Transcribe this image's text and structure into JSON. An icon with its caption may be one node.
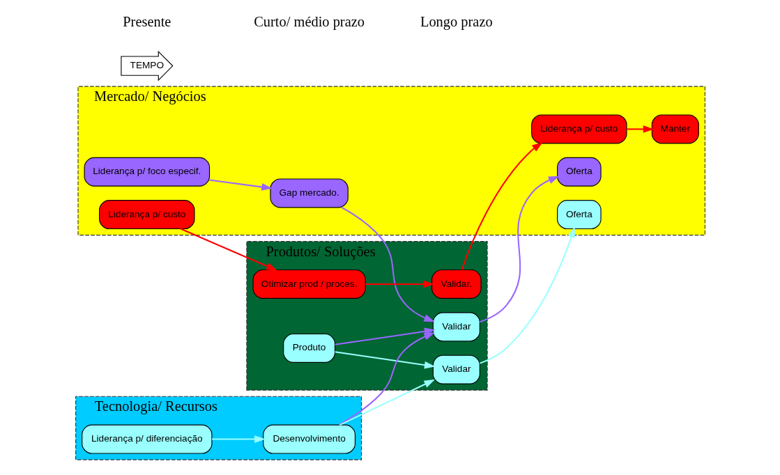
{
  "diagram": {
    "nodes": [
      {
        "text": [
          "Mercado/ Negócios"
        ]
      },
      {
        "text": [
          "Liderança p/ custo"
        ],
        "in": 0
      },
      {
        "text": [
          "Liderança p/ custo"
        ],
        "in": 0
      },
      {
        "text": [
          "Manter"
        ],
        "in": 0
      },
      {
        "text": [
          "Oferta"
        ],
        "in": 0
      },
      {
        "text": [
          "Liderança p/ foco especif."
        ],
        "in": 0
      },
      {
        "text": [
          "Gap mercado."
        ],
        "in": 0
      },
      {
        "text": [
          "Oferta"
        ],
        "in": 0
      },
      {
        "text": [
          "Produtos/ Soluções"
        ]
      },
      {
        "text": [
          "Validar."
        ],
        "in": 8
      },
      {
        "text": [
          "Validar"
        ],
        "in": 8
      },
      {
        "text": [
          "Otimizar prod / proces."
        ],
        "in": 8
      },
      {
        "text": [
          "Produto"
        ],
        "in": 8
      },
      {
        "text": [
          "Validar"
        ],
        "in": 8
      },
      {
        "text": [
          "Tecnologia/ Recursos"
        ]
      },
      {
        "text": [
          "Liderança p/ diferenciação"
        ],
        "in": 14
      },
      {
        "text": [
          "Desenvolvimento"
        ],
        "in": 14
      },
      {
        "text": [
          "TEMPO"
        ]
      }
    ],
    "edges": [
      {
        "from": 1,
        "to": 11,
        "arrow": "to",
        "color": "#ff0000"
      },
      {
        "from": 11,
        "to": 9,
        "arrow": "to",
        "color": "#ff0000"
      },
      {
        "from": 9,
        "to": 2,
        "arrow": "to",
        "color": "#ff0000"
      },
      {
        "from": 2,
        "to": 3,
        "arrow": "to",
        "color": "#ff0000"
      },
      {
        "from": 5,
        "to": 6,
        "arrow": "to",
        "color": "#9966ff"
      },
      {
        "from": 6,
        "to": 10,
        "arrow": "to",
        "color": "#9966ff"
      },
      {
        "from": 10,
        "to": 4,
        "arrow": "to",
        "color": "#9966ff"
      },
      {
        "from": 15,
        "to": 16,
        "arrow": "to",
        "color": "#99ffff"
      },
      {
        "from": 12,
        "to": 10,
        "arrow": "to",
        "color": "#9966ff"
      },
      {
        "from": 16,
        "to": 10,
        "arrow": "to",
        "color": "#9966ff"
      },
      {
        "from": 12,
        "to": 13,
        "arrow": "to",
        "color": "#99ffff"
      },
      {
        "from": 16,
        "to": 13,
        "arrow": "to",
        "color": "#99ffff"
      },
      {
        "from": 13,
        "to": 7,
        "arrow": "to",
        "color": "#99ffff"
      }
    ],
    "labels": [
      "Presente",
      "Curto/ médio prazo",
      "Longo prazo"
    ]
  }
}
